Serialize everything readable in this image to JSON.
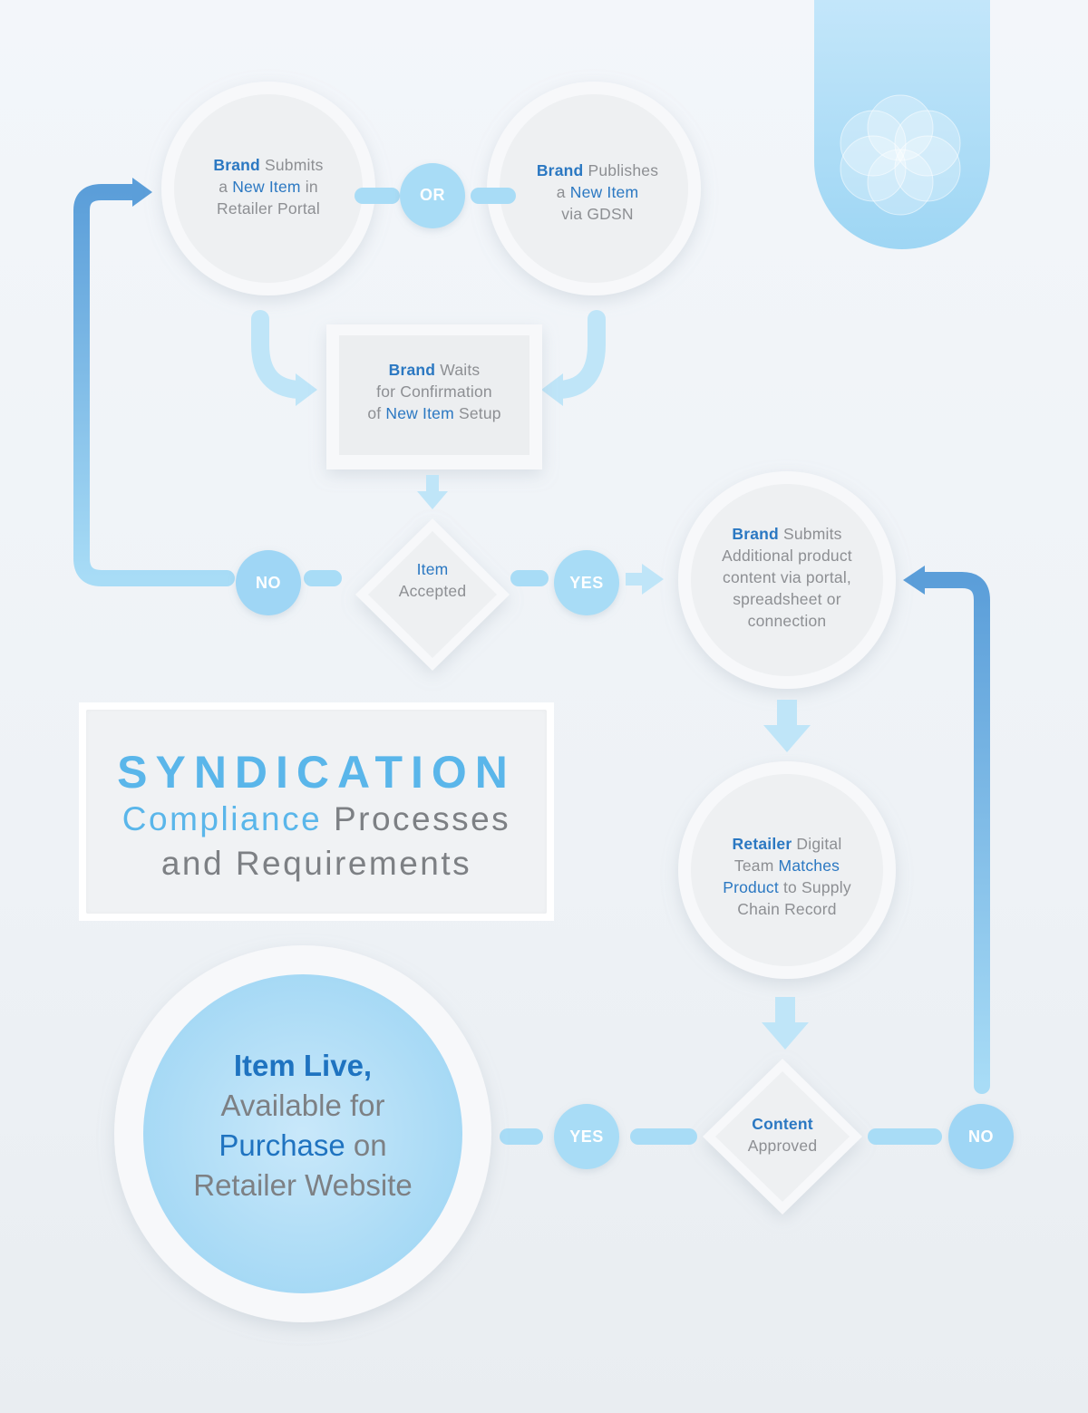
{
  "diagram": {
    "title": {
      "main": "SYNDICATION",
      "sub_highlight": "Compliance",
      "sub_rest": "Processes",
      "sub_line2": "and Requirements"
    },
    "nodes": {
      "submit_portal": {
        "b": "Brand",
        "t1": " Submits",
        "t2a": "a ",
        "t2h": "New Item",
        "t2b": " in",
        "t3": "Retailer Portal"
      },
      "publish_gdsn": {
        "b": "Brand",
        "t1": " Publishes",
        "t2a": "a ",
        "t2h": "New Item",
        "t3": "via GDSN"
      },
      "wait_confirm": {
        "b": "Brand",
        "t1": " Waits",
        "t2": "for Confirmation",
        "t3a": "of ",
        "t3h": "New Item",
        "t3b": " Setup"
      },
      "item_accepted": {
        "l1": "Item",
        "l2": "Accepted"
      },
      "submit_content": {
        "b": "Brand",
        "t1": " Submits",
        "t2": "Additional product",
        "t3": "content via portal,",
        "t4": "spreadsheet or",
        "t5": "connection"
      },
      "match_product": {
        "b": "Retailer",
        "t1": " Digital",
        "t2a": "Team ",
        "t2h": "Matches",
        "t3h": "Product",
        "t3b": " to Supply",
        "t4": "Chain Record"
      },
      "content_approved": {
        "b": "Content",
        "l2": "Approved"
      },
      "item_live": {
        "b": "Item Live,",
        "l2": "Available for",
        "l3h": "Purchase",
        "l3b": " on",
        "l4": "Retailer Website"
      }
    },
    "connectors": {
      "or": "OR",
      "no_1": "NO",
      "yes_1": "YES",
      "yes_2": "YES",
      "no_2": "NO"
    },
    "colors": {
      "accent": "#5ab6ea",
      "brand_blue": "#2b78c2",
      "pill": "#9ed5f5",
      "arrow_dark": "#5b9ed9",
      "node_bg": "#eef0f2"
    },
    "icons": {
      "logo": "flower-of-life-icon"
    }
  }
}
